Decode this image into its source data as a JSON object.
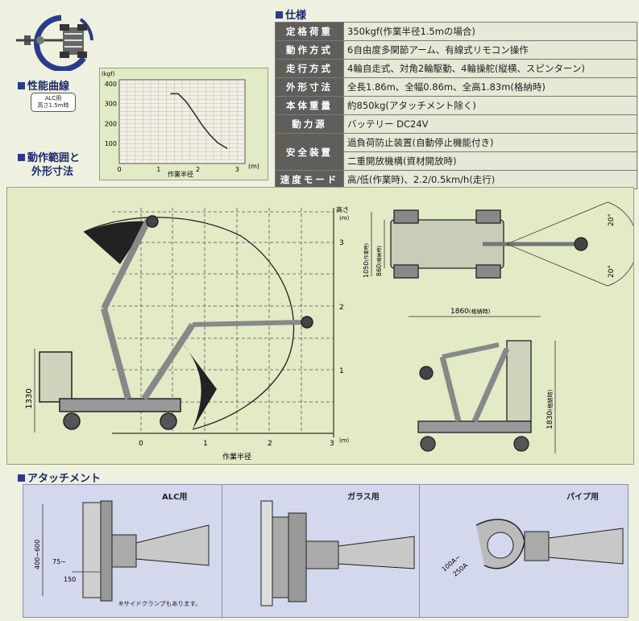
{
  "sections": {
    "performance": "性能曲線",
    "motion_range_l1": "動作範囲と",
    "motion_range_l2": "外形寸法",
    "spec": "仕様",
    "attachment": "アタッチメント"
  },
  "performance_note": {
    "line1": "ALC用",
    "line2": "高さ1.5m時"
  },
  "spec_rows": [
    {
      "label": "定格荷重",
      "value": "350kgf(作業半径1.5mの場合)"
    },
    {
      "label": "動作方式",
      "value": "6自由度多関節アーム、有線式リモコン操作"
    },
    {
      "label": "走行方式",
      "value": "4輪自走式、対角2輪駆動、4輪操舵(縦横、スピンターン)"
    },
    {
      "label": "外形寸法",
      "value": "全長1.86m、全幅0.86m、全高1.83m(格納時)"
    },
    {
      "label": "本体重量",
      "value": "約850kg(アタッチメント除く)"
    },
    {
      "label": "動力源",
      "value": "バッテリー DC24V"
    },
    {
      "label": "安全装置",
      "value": "過負荷防止装置(自動停止機能付き)"
    },
    {
      "label": "",
      "value": "二重開放機構(資材開放時)"
    },
    {
      "label": "速度モード",
      "value": "高/低(作業時)、2.2/0.5km/h(走行)"
    }
  ],
  "chart_data": {
    "type": "line",
    "title": "",
    "ylabel": "(kgf)",
    "xlabel": "作業半径",
    "x_unit": "(m)",
    "xlim": [
      0,
      3.2
    ],
    "ylim": [
      0,
      420
    ],
    "x_ticks": [
      "0",
      "1",
      "2",
      "3"
    ],
    "y_ticks": [
      "100",
      "200",
      "300",
      "400"
    ],
    "grid": true,
    "series": [
      {
        "x": [
          1.3,
          1.5,
          1.7,
          1.9,
          2.1,
          2.3,
          2.5,
          2.75
        ],
        "y": [
          350,
          350,
          310,
          255,
          195,
          145,
          105,
          75
        ]
      }
    ]
  },
  "range_diagram": {
    "height_label": "高さ",
    "unit": "(m)",
    "x_axis_label": "作業半径",
    "x_ticks": [
      "0",
      "1",
      "2",
      "3"
    ],
    "y_ticks": [
      "1",
      "2",
      "3"
    ],
    "height_dim": "1330",
    "top_dim_a": "1050",
    "top_dim_a_note": "(作業時)",
    "top_dim_b": "860",
    "top_dim_b_note": "(格納時)",
    "angle_upper": "20°",
    "angle_lower": "20°",
    "length_dim": "1860",
    "length_dim_note": "(格納時)",
    "stowed_height_dim": "1830",
    "stowed_height_note": "(格納時)"
  },
  "attachments": {
    "alc": {
      "title": "ALC用",
      "dim_height": "400~600",
      "dim_width_top": "75~",
      "dim_width_bottom": "150",
      "note": "※サイドクランプもあります。"
    },
    "glass": {
      "title": "ガラス用"
    },
    "pipe": {
      "title": "パイプ用",
      "dim_top": "100A~",
      "dim_bottom": "250A"
    }
  },
  "colors": {
    "accent": "#2a3a8c",
    "panel": "#e2eac6",
    "attach_panel": "#d3d8ec",
    "table_header": "#5f5e5a"
  }
}
